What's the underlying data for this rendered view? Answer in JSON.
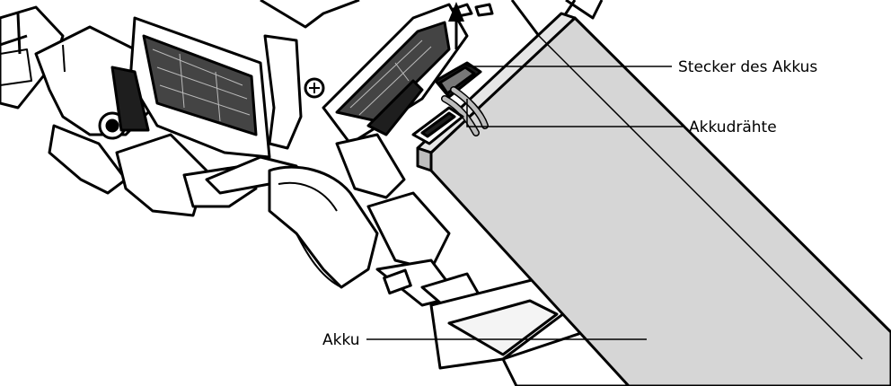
{
  "labels": {
    "battery_connector": "Stecker des Akkus",
    "battery_wires": "Akkudrähte",
    "battery": "Akku"
  },
  "colors": {
    "line": "#000000",
    "battery_fill": "#d6d6d6",
    "battery_face": "#e6e6e6",
    "parts_fill": "#ffffff",
    "pcb_dark": "#1e1e1e"
  },
  "icons": {
    "arrow": "up-arrow-icon"
  }
}
